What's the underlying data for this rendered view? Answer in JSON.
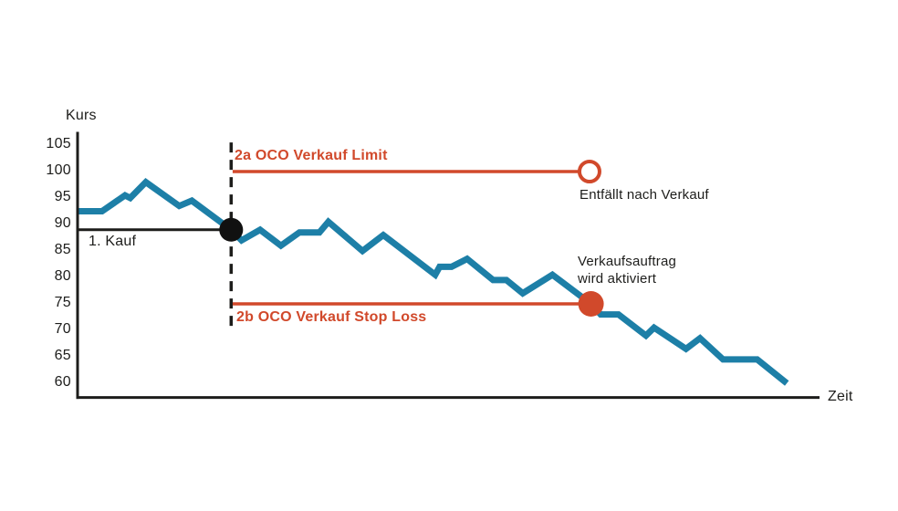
{
  "colors": {
    "ink": "#1D1D1B",
    "accent": "#D1492B",
    "price_line": "#1D7FA7",
    "marker_black": "#111111",
    "background": "#FFFFFF"
  },
  "chart_data": {
    "type": "line",
    "xlabel": "Zeit",
    "ylabel": "Kurs",
    "xlim": [
      0,
      100
    ],
    "ylim": [
      57.3,
      107.5
    ],
    "grid": false,
    "legend": "none",
    "y_ticks": [
      105,
      100,
      95,
      90,
      85,
      80,
      75,
      70,
      65,
      60
    ],
    "series": [
      {
        "name": "Kurs",
        "color": "#1D7FA7",
        "points": [
          [
            0,
            92.5
          ],
          [
            3.3,
            92.5
          ],
          [
            6.4,
            95.5
          ],
          [
            7.1,
            95
          ],
          [
            9.2,
            98
          ],
          [
            13.7,
            93.5
          ],
          [
            15.4,
            94.5
          ],
          [
            20.7,
            89
          ],
          [
            22.1,
            87
          ],
          [
            24.6,
            89
          ],
          [
            27.4,
            86
          ],
          [
            29.9,
            88.5
          ],
          [
            32.6,
            88.5
          ],
          [
            33.8,
            90.5
          ],
          [
            38.4,
            85
          ],
          [
            41.2,
            88
          ],
          [
            48.2,
            80.5
          ],
          [
            48.8,
            82
          ],
          [
            50.4,
            82
          ],
          [
            52.5,
            83.5
          ],
          [
            56,
            79.5
          ],
          [
            57.8,
            79.5
          ],
          [
            60,
            77
          ],
          [
            64,
            80.5
          ],
          [
            69.2,
            75
          ],
          [
            70.5,
            73
          ],
          [
            72.9,
            73
          ],
          [
            76.6,
            69
          ],
          [
            77.7,
            70.5
          ],
          [
            82,
            66.5
          ],
          [
            83.9,
            68.5
          ],
          [
            87,
            64.5
          ],
          [
            91.6,
            64.5
          ],
          [
            95.6,
            60
          ]
        ]
      }
    ],
    "annotations": {
      "kauf": {
        "label": "1. Kauf",
        "t": 20.7,
        "price": 89
      },
      "event_line": {
        "t": 20.7,
        "price_top": 105.5,
        "price_bottom": 69.5,
        "style": "dashed"
      },
      "limit": {
        "label": "2a OCO Verkauf Limit",
        "price": 100,
        "t_start": 20.9,
        "t_end": 69,
        "end_marker": "open-circle",
        "note": "Entfällt nach Verkauf"
      },
      "stop_loss": {
        "label": "2b OCO Verkauf Stop Loss",
        "price": 75,
        "t_start": 20.9,
        "t_end": 69.2,
        "end_marker": "filled-dot",
        "note": "Verkaufsauftrag\nwird aktiviert"
      }
    }
  }
}
